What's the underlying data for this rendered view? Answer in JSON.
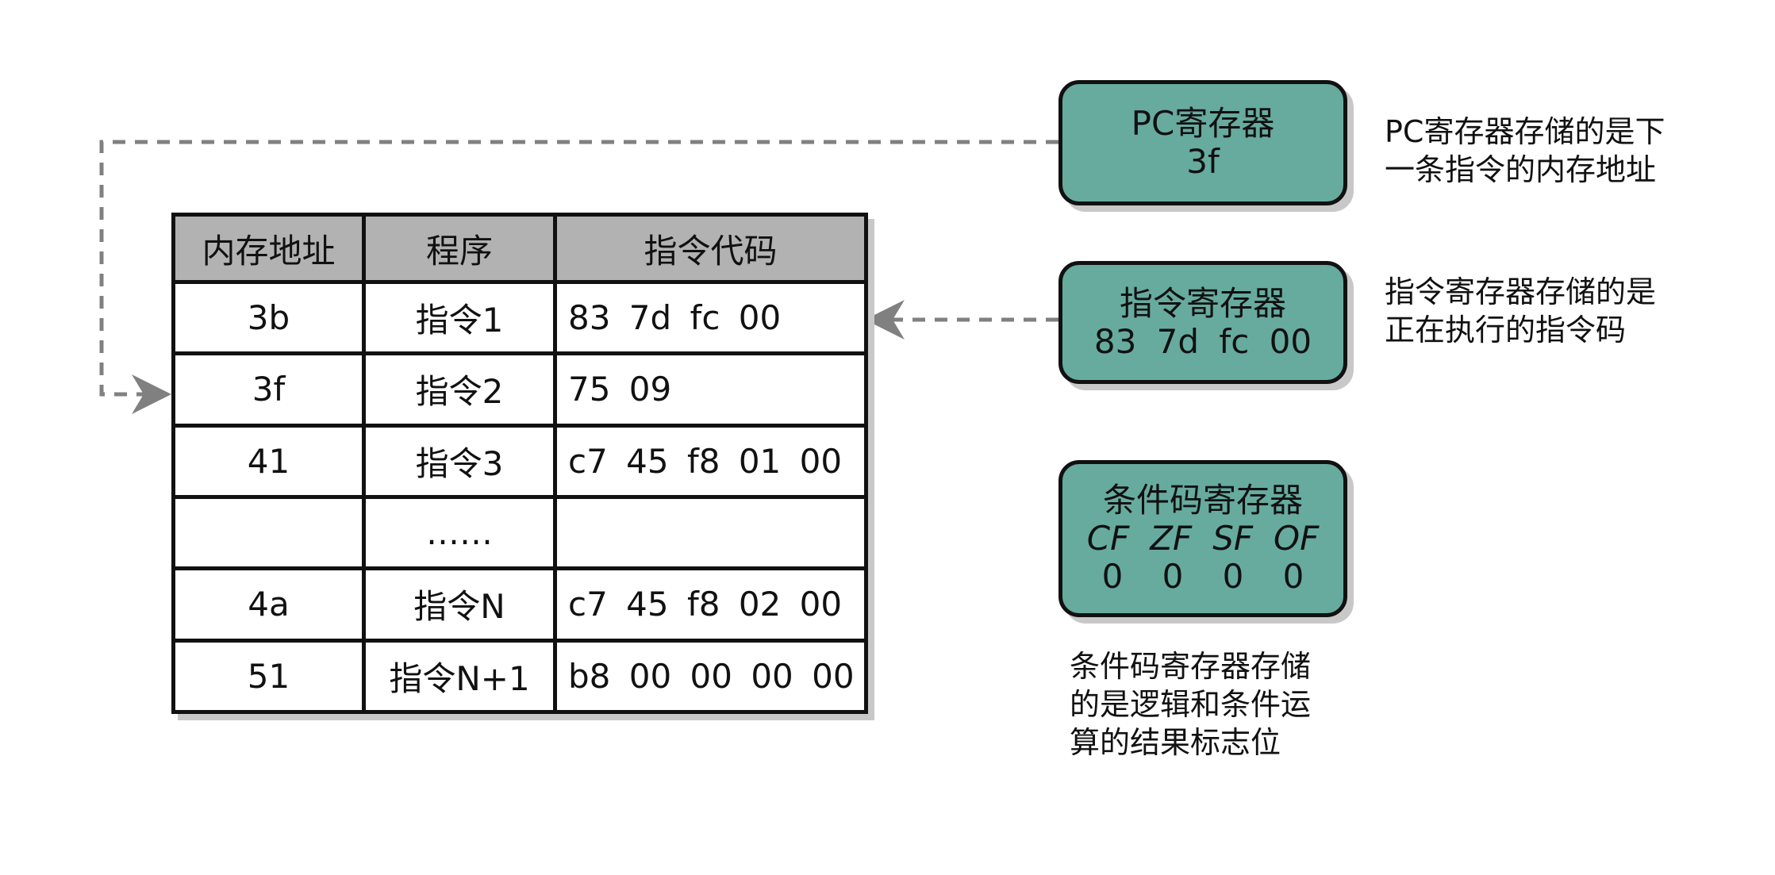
{
  "memory_table": {
    "headers": [
      "内存地址",
      "程序",
      "指令代码"
    ],
    "rows": [
      {
        "address": "3b",
        "program": "指令1",
        "code": "83 7d fc 00"
      },
      {
        "address": "3f",
        "program": "指令2",
        "code": "75 09"
      },
      {
        "address": "41",
        "program": "指令3",
        "code": "c7 45 f8 01 00"
      },
      {
        "address": "",
        "program": "……",
        "code": ""
      },
      {
        "address": "4a",
        "program": "指令N",
        "code": "c7 45 f8 02 00"
      },
      {
        "address": "51",
        "program": "指令N+1",
        "code": "b8 00 00 00 00"
      }
    ]
  },
  "registers": {
    "pc": {
      "name": "PC寄存器",
      "value": "3f"
    },
    "instruction": {
      "name": "指令寄存器",
      "value": "83 7d fc 00"
    },
    "condition": {
      "name": "条件码寄存器",
      "flags": [
        "CF",
        "ZF",
        "SF",
        "OF"
      ],
      "values": [
        "0",
        "0",
        "0",
        "0"
      ]
    }
  },
  "notes": {
    "pc": [
      "PC寄存器存储的是下",
      "一条指令的内存地址"
    ],
    "instruction": [
      "指令寄存器存储的是",
      "正在执行的指令码"
    ],
    "condition": [
      "条件码寄存器存储",
      "的是逻辑和条件运",
      "算的结果标志位"
    ]
  },
  "colors": {
    "register_fill": "#67ab9f",
    "header_fill": "#b2b2b2",
    "connector": "#808080",
    "border": "#111111",
    "shadow": "#c8c8c8"
  }
}
